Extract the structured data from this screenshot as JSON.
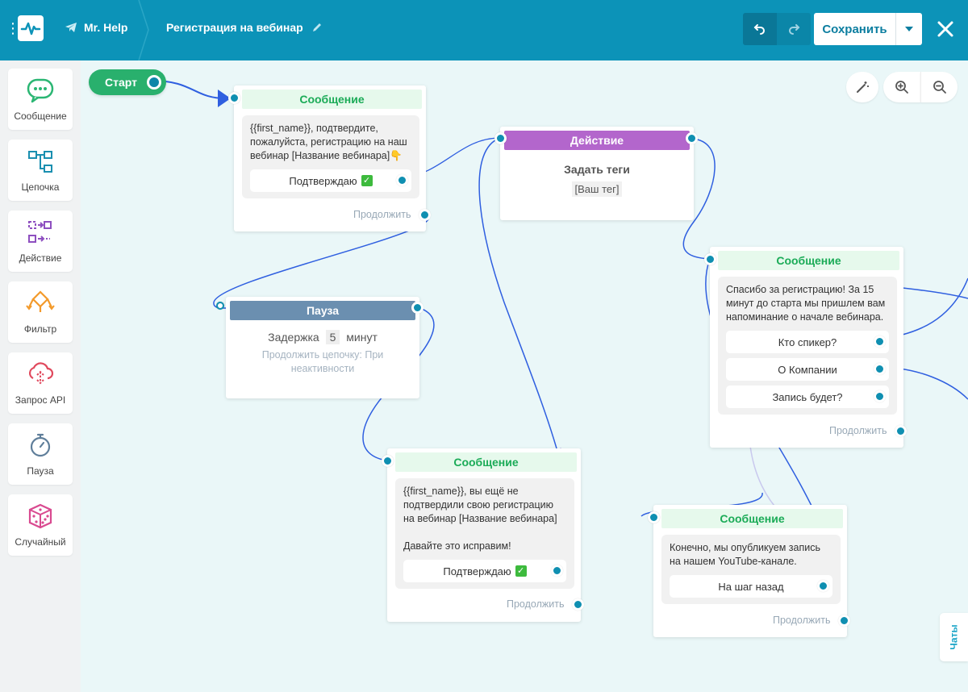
{
  "header": {
    "bot_name": "Mr. Help",
    "flow_title": "Регистрация на вебинар",
    "save_label": "Сохранить"
  },
  "sidebar": {
    "items": [
      {
        "label": "Сообщение"
      },
      {
        "label": "Цепочка"
      },
      {
        "label": "Действие"
      },
      {
        "label": "Фильтр"
      },
      {
        "label": "Запрос API"
      },
      {
        "label": "Пауза"
      },
      {
        "label": "Случайный"
      }
    ]
  },
  "canvas": {
    "start_label": "Старт",
    "continue_label": "Продолжить",
    "chats_label": "Чаты",
    "node1": {
      "header": "Сообщение",
      "text": "{{first_name}}, подтвердите, пожалуйста, регистрацию на наш вебинар [Название вебинара]👇",
      "button": "Подтверждаю"
    },
    "action": {
      "header": "Действие",
      "title": "Задать теги",
      "tag": "[Ваш тег]"
    },
    "pause": {
      "header": "Пауза",
      "delay_prefix": "Задержка",
      "delay_value": "5",
      "delay_unit": "минут",
      "note": "Продолжить цепочку: При неактивности"
    },
    "node2": {
      "header": "Сообщение",
      "text": "Спасибо за регистрацию! За 15 минут до старта мы пришлем вам напоминание о начале вебинара.",
      "buttons": [
        "Кто спикер?",
        "О Компании",
        "Запись будет?"
      ]
    },
    "node3": {
      "header": "Сообщение",
      "text1": "{{first_name}}, вы ещё не подтвердили свою регистрацию на вебинар [Название вебинара]",
      "text2": "Давайте это исправим!",
      "button": "Подтверждаю"
    },
    "node4": {
      "header": "Сообщение",
      "text": "Конечно, мы опубликуем запись на нашем YouTube-канале.",
      "button": "На шаг назад"
    }
  },
  "colors": {
    "topbar": "#0c93b8",
    "canvas": "#eaf7f8",
    "message_header": "#1bab57",
    "action_header": "#b366cc",
    "pause_header": "#6b8fb0",
    "connector": "#2f5fe0"
  }
}
